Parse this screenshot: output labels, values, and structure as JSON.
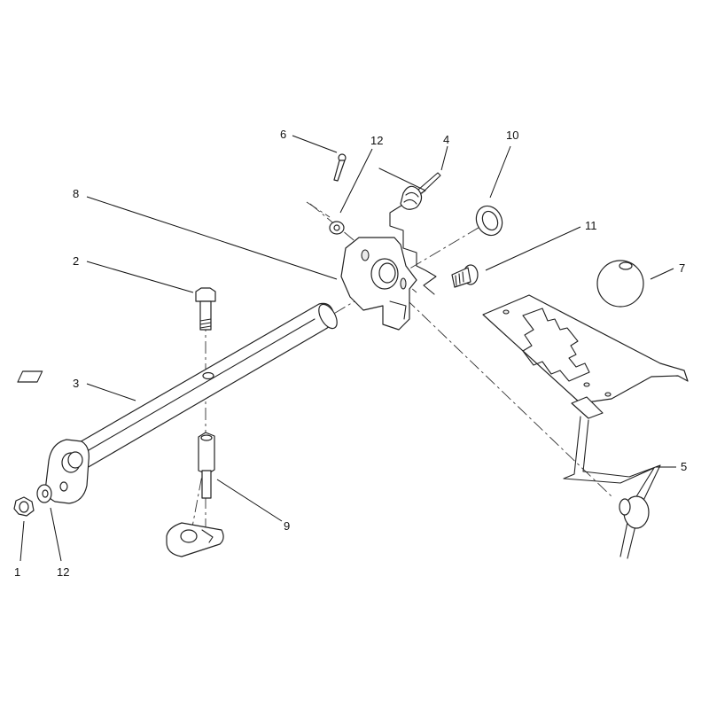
{
  "callouts": [
    {
      "id": "1",
      "label": "1"
    },
    {
      "id": "2",
      "label": "2"
    },
    {
      "id": "3",
      "label": "3"
    },
    {
      "id": "4",
      "label": "4"
    },
    {
      "id": "5",
      "label": "5"
    },
    {
      "id": "6",
      "label": "6"
    },
    {
      "id": "7",
      "label": "7"
    },
    {
      "id": "8",
      "label": "8"
    },
    {
      "id": "9",
      "label": "9"
    },
    {
      "id": "10",
      "label": "10"
    },
    {
      "id": "11",
      "label": "11"
    },
    {
      "id": "12a",
      "label": "12"
    },
    {
      "id": "12b",
      "label": "12"
    }
  ]
}
